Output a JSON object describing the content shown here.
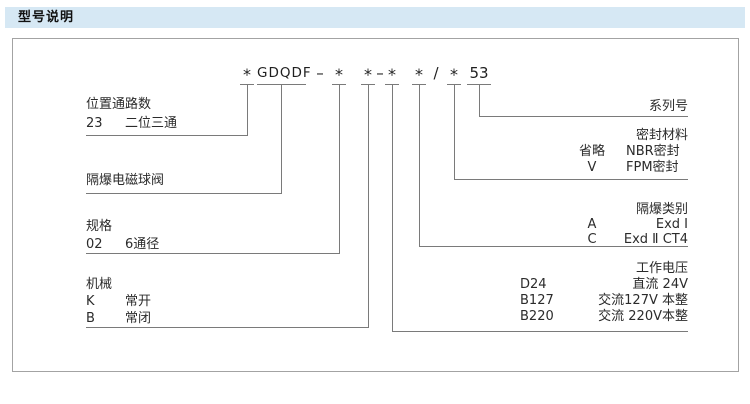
{
  "header": {
    "title": "型号说明"
  },
  "diagram": {
    "code": {
      "parts": [
        {
          "text": "*"
        },
        {
          "text": "GDQDF"
        },
        {
          "text": "–"
        },
        {
          "text": "*"
        },
        {
          "text": "*"
        },
        {
          "text": "–"
        },
        {
          "text": "*"
        },
        {
          "text": "*"
        },
        {
          "text": "/"
        },
        {
          "text": "*"
        },
        {
          "text": "53"
        }
      ]
    },
    "left_groups": [
      {
        "title": "位置通路数",
        "rows": [
          {
            "code": "23",
            "desc": "二位三通"
          }
        ]
      },
      {
        "title": "隔爆电磁球阀",
        "rows": []
      },
      {
        "title": "规格",
        "rows": [
          {
            "code": "02",
            "desc": "6通径"
          }
        ]
      },
      {
        "title": "机械",
        "rows": [
          {
            "code": "K",
            "desc": "常开"
          },
          {
            "code": "B",
            "desc": "常闭"
          }
        ]
      }
    ],
    "right_groups": [
      {
        "title": "系列号",
        "rows": []
      },
      {
        "title": "密封材料",
        "rows": [
          {
            "code": "省略",
            "desc": "NBR密封"
          },
          {
            "code": "V",
            "desc": "FPM密封"
          }
        ]
      },
      {
        "title": "隔爆类别",
        "rows": [
          {
            "code": "A",
            "desc": "Exd Ⅰ"
          },
          {
            "code": "C",
            "desc": "Exd Ⅱ CT4"
          }
        ]
      },
      {
        "title": "工作电压",
        "rows": [
          {
            "code": "D24",
            "desc": "直流 24V"
          },
          {
            "code": "B127",
            "desc": "交流127V 本整"
          },
          {
            "code": "B220",
            "desc": "交流 220V本整"
          }
        ]
      }
    ],
    "colors": {
      "header_bg": "#d6e8f4",
      "line": "#7a7a7a",
      "box_border": "#a3a3a3",
      "text": "#1f1f1f"
    }
  }
}
